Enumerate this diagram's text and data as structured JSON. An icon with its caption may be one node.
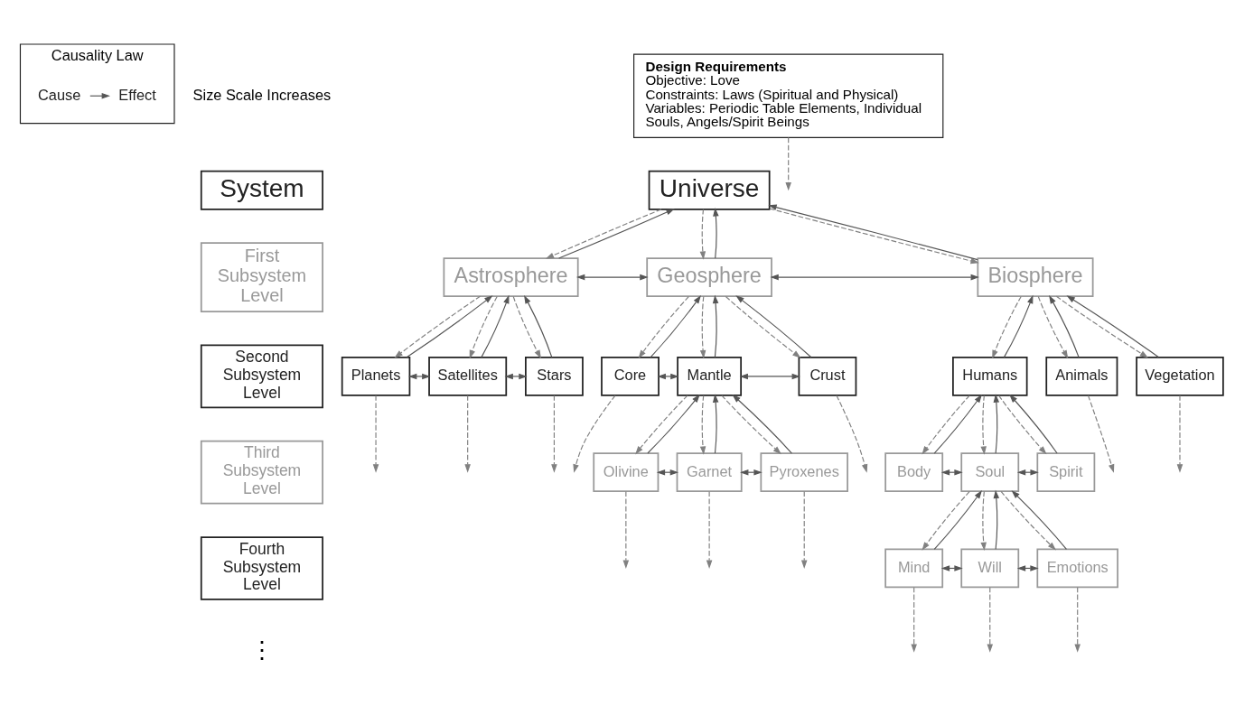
{
  "diagram": {
    "nodes": [
      {
        "text": [
          "System"
        ]
      },
      {
        "text": [
          "First Subsystem Level"
        ]
      },
      {
        "text": [
          "Second Subsystem Level"
        ]
      },
      {
        "text": [
          "Third Subsystem Level"
        ]
      },
      {
        "text": [
          "Fourth Subsystem Level"
        ]
      },
      {
        "text": [
          "Universe"
        ]
      },
      {
        "text": [
          "Astrosphere"
        ]
      },
      {
        "text": [
          "Geosphere"
        ]
      },
      {
        "text": [
          "Biosphere"
        ]
      },
      {
        "text": [
          "Planets"
        ]
      },
      {
        "text": [
          "Satellites"
        ]
      },
      {
        "text": [
          "Stars"
        ]
      },
      {
        "text": [
          "Core"
        ]
      },
      {
        "text": [
          "Mantle"
        ]
      },
      {
        "text": [
          "Crust"
        ]
      },
      {
        "text": [
          "Olivine"
        ]
      },
      {
        "text": [
          "Garnet"
        ]
      },
      {
        "text": [
          "Pyroxenes"
        ]
      },
      {
        "text": [
          "Humans"
        ]
      },
      {
        "text": [
          "Animals"
        ]
      },
      {
        "text": [
          "Vegetation"
        ]
      },
      {
        "text": [
          "Body"
        ]
      },
      {
        "text": [
          "Soul"
        ]
      },
      {
        "text": [
          "Spirit"
        ]
      },
      {
        "text": [
          "Mind"
        ]
      },
      {
        "text": [
          "Will"
        ]
      },
      {
        "text": [
          "Emotions"
        ]
      },
      {
        "text": [
          "Design Requirements",
          "Objective: Love",
          "Constraints: Laws (Spiritual and Physical)",
          "Variables: Periodic Table Elements, Individual Souls, Angels/Spirit Beings"
        ]
      },
      {
        "text": [
          "Causality Law"
        ]
      },
      {
        "text": [
          "Cause"
        ],
        "in": 28
      },
      {
        "text": [
          "Effect"
        ],
        "in": 28
      }
    ],
    "edges": [
      {
        "from": 6,
        "to": 5,
        "arrow": "to"
      },
      {
        "from": 7,
        "to": 5,
        "arrow": "to"
      },
      {
        "from": 8,
        "to": 5,
        "arrow": "to"
      },
      {
        "from": 5,
        "to": 6,
        "arrow": "to",
        "style": "dashed"
      },
      {
        "from": 5,
        "to": 7,
        "arrow": "to",
        "style": "dashed"
      },
      {
        "from": 5,
        "to": 8,
        "arrow": "to",
        "style": "dashed"
      },
      {
        "from": 6,
        "to": 7,
        "arrow": "both"
      },
      {
        "from": 7,
        "to": 8,
        "arrow": "both"
      },
      {
        "from": 9,
        "to": 6,
        "arrow": "to"
      },
      {
        "from": 10,
        "to": 6,
        "arrow": "to"
      },
      {
        "from": 11,
        "to": 6,
        "arrow": "to"
      },
      {
        "from": 6,
        "to": 9,
        "arrow": "to",
        "style": "dashed"
      },
      {
        "from": 6,
        "to": 10,
        "arrow": "to",
        "style": "dashed"
      },
      {
        "from": 6,
        "to": 11,
        "arrow": "to",
        "style": "dashed"
      },
      {
        "from": 9,
        "to": 10,
        "arrow": "both"
      },
      {
        "from": 10,
        "to": 11,
        "arrow": "both"
      },
      {
        "from": 9,
        "to": null,
        "arrow": "to",
        "style": "dashed"
      },
      {
        "from": 10,
        "to": null,
        "arrow": "to",
        "style": "dashed"
      },
      {
        "from": 11,
        "to": null,
        "arrow": "to",
        "style": "dashed"
      },
      {
        "from": 12,
        "to": 7,
        "arrow": "to"
      },
      {
        "from": 13,
        "to": 7,
        "arrow": "to"
      },
      {
        "from": 14,
        "to": 7,
        "arrow": "to"
      },
      {
        "from": 7,
        "to": 12,
        "arrow": "to",
        "style": "dashed"
      },
      {
        "from": 7,
        "to": 13,
        "arrow": "to",
        "style": "dashed"
      },
      {
        "from": 7,
        "to": 14,
        "arrow": "to",
        "style": "dashed"
      },
      {
        "from": 12,
        "to": 13,
        "arrow": "both"
      },
      {
        "from": 13,
        "to": 14,
        "arrow": "both"
      },
      {
        "from": 12,
        "to": null,
        "arrow": "to",
        "style": "dashed"
      },
      {
        "from": 14,
        "to": null,
        "arrow": "to",
        "style": "dashed"
      },
      {
        "from": 15,
        "to": 13,
        "arrow": "to"
      },
      {
        "from": 16,
        "to": 13,
        "arrow": "to"
      },
      {
        "from": 17,
        "to": 13,
        "arrow": "to"
      },
      {
        "from": 13,
        "to": 15,
        "arrow": "to",
        "style": "dashed"
      },
      {
        "from": 13,
        "to": 16,
        "arrow": "to",
        "style": "dashed"
      },
      {
        "from": 13,
        "to": 17,
        "arrow": "to",
        "style": "dashed"
      },
      {
        "from": 15,
        "to": 16,
        "arrow": "both"
      },
      {
        "from": 16,
        "to": 17,
        "arrow": "both"
      },
      {
        "from": 15,
        "to": null,
        "arrow": "to",
        "style": "dashed"
      },
      {
        "from": 16,
        "to": null,
        "arrow": "to",
        "style": "dashed"
      },
      {
        "from": 17,
        "to": null,
        "arrow": "to",
        "style": "dashed"
      },
      {
        "from": 18,
        "to": 8,
        "arrow": "to"
      },
      {
        "from": 19,
        "to": 8,
        "arrow": "to"
      },
      {
        "from": 20,
        "to": 8,
        "arrow": "to"
      },
      {
        "from": 8,
        "to": 18,
        "arrow": "to",
        "style": "dashed"
      },
      {
        "from": 8,
        "to": 19,
        "arrow": "to",
        "style": "dashed"
      },
      {
        "from": 8,
        "to": 20,
        "arrow": "to",
        "style": "dashed"
      },
      {
        "from": 19,
        "to": null,
        "arrow": "to",
        "style": "dashed"
      },
      {
        "from": 20,
        "to": null,
        "arrow": "to",
        "style": "dashed"
      },
      {
        "from": 21,
        "to": 18,
        "arrow": "to"
      },
      {
        "from": 22,
        "to": 18,
        "arrow": "to"
      },
      {
        "from": 23,
        "to": 18,
        "arrow": "to"
      },
      {
        "from": 18,
        "to": 21,
        "arrow": "to",
        "style": "dashed"
      },
      {
        "from": 18,
        "to": 22,
        "arrow": "to",
        "style": "dashed"
      },
      {
        "from": 18,
        "to": 23,
        "arrow": "to",
        "style": "dashed"
      },
      {
        "from": 21,
        "to": 22,
        "arrow": "both"
      },
      {
        "from": 22,
        "to": 23,
        "arrow": "both"
      },
      {
        "from": 24,
        "to": 22,
        "arrow": "to"
      },
      {
        "from": 25,
        "to": 22,
        "arrow": "to"
      },
      {
        "from": 26,
        "to": 22,
        "arrow": "to"
      },
      {
        "from": 22,
        "to": 24,
        "arrow": "to",
        "style": "dashed"
      },
      {
        "from": 22,
        "to": 25,
        "arrow": "to",
        "style": "dashed"
      },
      {
        "from": 22,
        "to": 26,
        "arrow": "to",
        "style": "dashed"
      },
      {
        "from": 24,
        "to": 25,
        "arrow": "both"
      },
      {
        "from": 25,
        "to": 26,
        "arrow": "both"
      },
      {
        "from": 24,
        "to": null,
        "arrow": "to",
        "style": "dashed"
      },
      {
        "from": 25,
        "to": null,
        "arrow": "to",
        "style": "dashed"
      },
      {
        "from": 26,
        "to": null,
        "arrow": "to",
        "style": "dashed"
      },
      {
        "from": 27,
        "to": null,
        "arrow": "to",
        "style": "dashed"
      },
      {
        "from": 29,
        "to": 30,
        "arrow": "to"
      }
    ],
    "labels": [
      "Size Scale Increases",
      "⋮"
    ]
  }
}
